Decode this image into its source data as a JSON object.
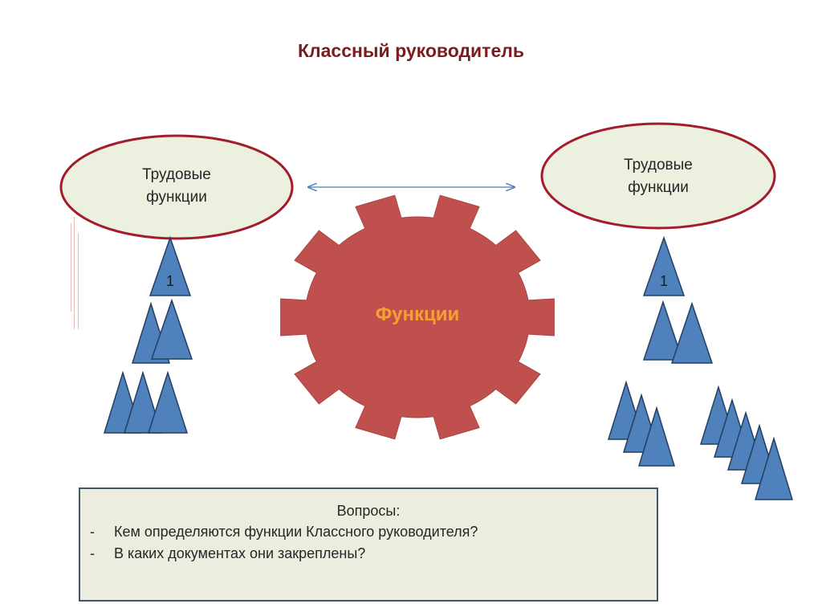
{
  "title": "Классный руководитель",
  "ellipse_left": {
    "line1": "Трудовые",
    "line2": "функции"
  },
  "ellipse_right": {
    "line1": "Трудовые",
    "line2": "функции"
  },
  "gear": {
    "label": "Функции"
  },
  "triangles": {
    "left_top_label": "1",
    "right_top_label": "1"
  },
  "questions": {
    "heading": "Вопросы:",
    "items": [
      "Кем определяются функции Классного руководителя?",
      "В каких документах  они закреплены?"
    ],
    "bullet": "-"
  },
  "colors": {
    "title": "#7b1c1c",
    "ellipse_fill": "#ebf0df",
    "ellipse_stroke": "#a31c2c",
    "gear_fill": "#c0504d",
    "gear_label": "#f5a030",
    "triangle_fill": "#4f81bd",
    "triangle_stroke": "#243f60",
    "arrow": "#4a7ebb",
    "box_fill": "#ededdf",
    "box_stroke": "#44546a"
  }
}
